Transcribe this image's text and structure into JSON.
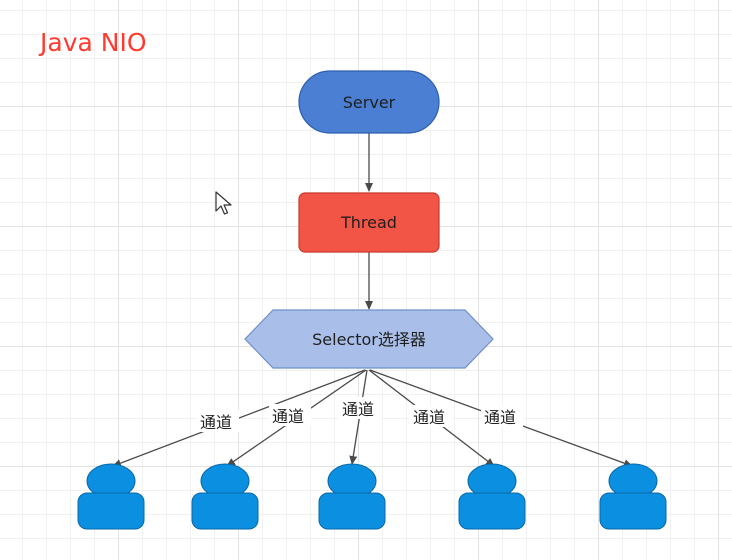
{
  "title": "Java NIO",
  "nodes": {
    "server": "Server",
    "thread": "Thread",
    "selector": "Selector选择器"
  },
  "channel_label": "通道",
  "colors": {
    "title": "#ff3b30",
    "server_fill": "#4a7fd4",
    "thread_fill": "#f25546",
    "selector_fill": "#a9bfe9",
    "client_fill": "#0b8fe0",
    "edge": "#4a4a4a"
  },
  "icons": [
    "user-icon",
    "cursor-icon"
  ]
}
